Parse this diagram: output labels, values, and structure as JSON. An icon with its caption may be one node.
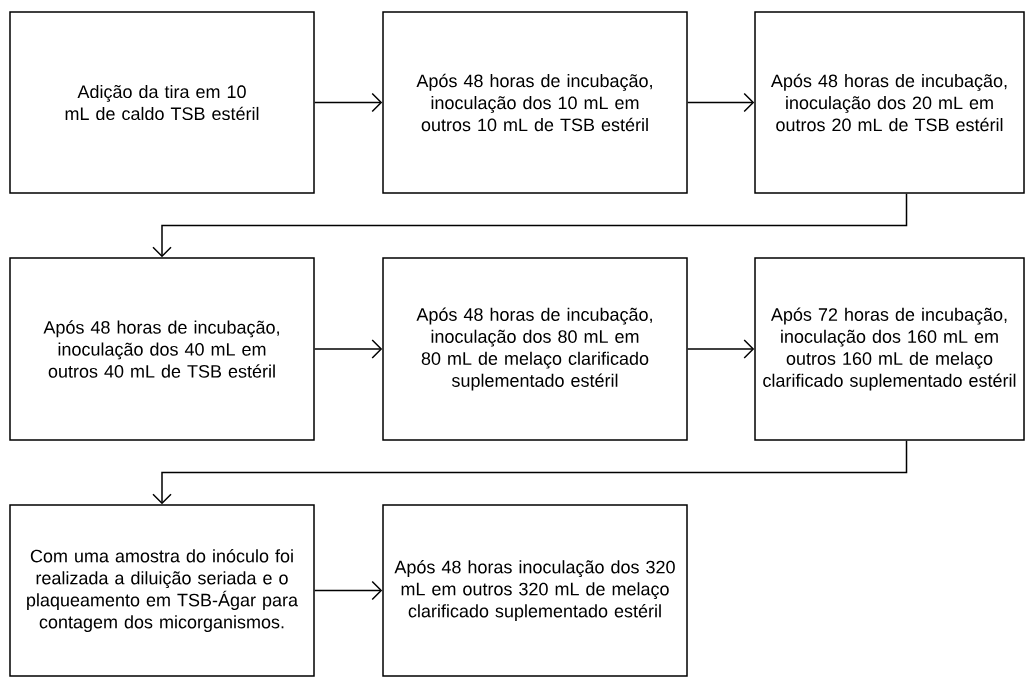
{
  "diagram": {
    "nodes": [
      {
        "text": [
          "Adição da tira em 10 mL de caldo TSB estéril"
        ]
      },
      {
        "text": [
          "Após 48 horas de incubação, inoculação dos 10 mL em outros 10 mL de TSB estéril"
        ]
      },
      {
        "text": [
          "Após 48 horas de incubação, inoculação dos 20 mL em outros 20 mL de TSB estéril"
        ]
      },
      {
        "text": [
          "Após 48 horas de incubação, inoculação dos 40 mL em outros 40 mL de TSB estéril"
        ]
      },
      {
        "text": [
          "Após 48 horas de incubação, inoculação dos 80 mL em 80 mL de melaço clarificado suplementado estéril"
        ]
      },
      {
        "text": [
          "Após 72 horas de incubação, inoculação dos 160 mL em outros 160 mL de melaço clarificado suplementado estéril"
        ]
      },
      {
        "text": [
          "Com uma amostra do inóculo foi realizada a diluição seriada e o plaqueamento em TSB-Ágar para contagem dos micorganismos."
        ]
      },
      {
        "text": [
          "Após 48 horas inoculação dos 320 mL em outros 320 mL de melaço clarificado suplementado estéril"
        ]
      }
    ],
    "edges": [
      {
        "from": 0,
        "to": 1,
        "arrow": "to"
      },
      {
        "from": 1,
        "to": 2,
        "arrow": "to"
      },
      {
        "from": 2,
        "to": 3,
        "arrow": "to"
      },
      {
        "from": 3,
        "to": 4,
        "arrow": "to"
      },
      {
        "from": 4,
        "to": 5,
        "arrow": "to"
      },
      {
        "from": 5,
        "to": 6,
        "arrow": "to"
      },
      {
        "from": 6,
        "to": 7,
        "arrow": "to"
      }
    ]
  }
}
